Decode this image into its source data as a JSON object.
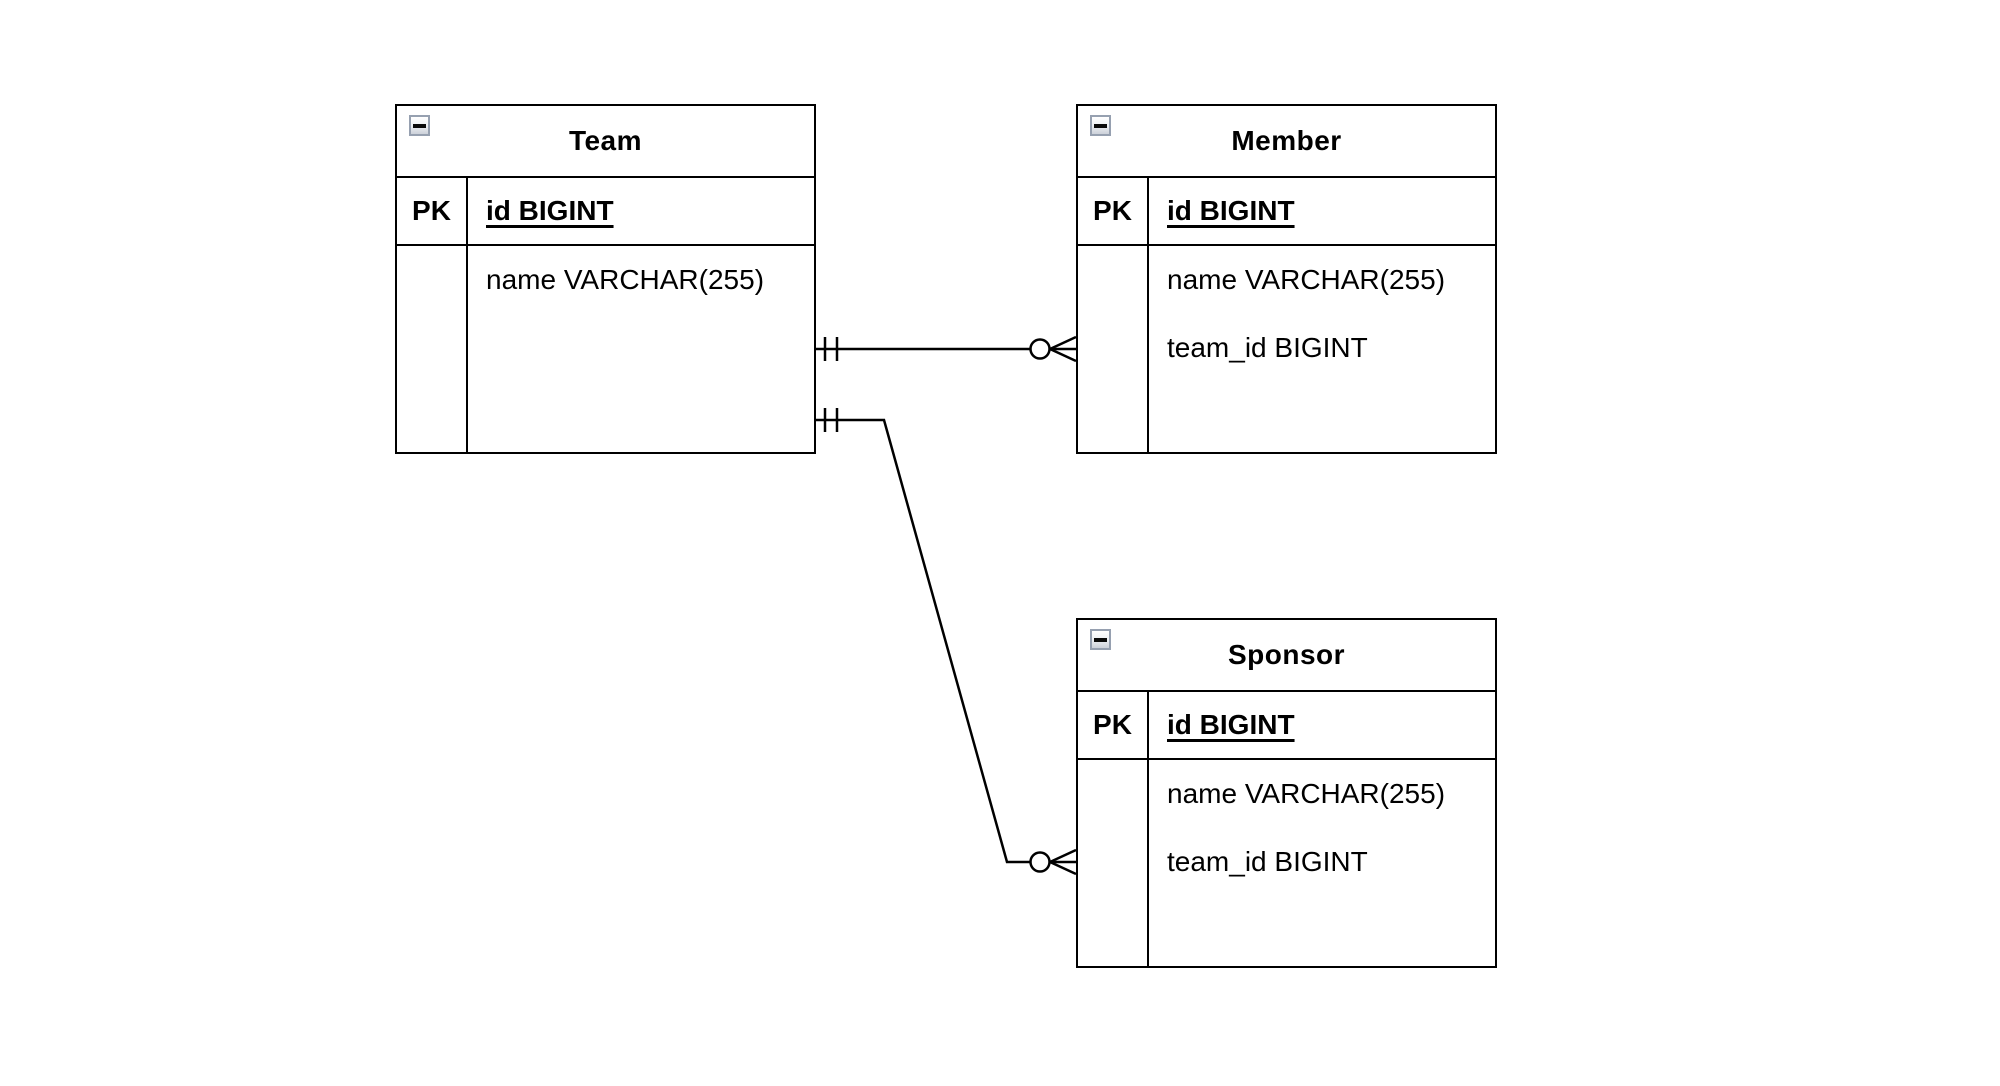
{
  "diagram": {
    "type": "entity-relationship",
    "background": "#ffffff",
    "line_color": "#000000",
    "tables": [
      {
        "title": "Team",
        "pk_label": "PK",
        "pk_field": "id BIGINT",
        "fields": [
          "name VARCHAR(255)"
        ]
      },
      {
        "title": "Member",
        "pk_label": "PK",
        "pk_field": "id BIGINT",
        "fields": [
          "name VARCHAR(255)",
          "team_id BIGINT"
        ]
      },
      {
        "title": "Sponsor",
        "pk_label": "PK",
        "pk_field": "id BIGINT",
        "fields": [
          "name VARCHAR(255)",
          "team_id BIGINT"
        ]
      }
    ],
    "relationships": [
      {
        "from": "Team",
        "to": "Member",
        "from_cardinality": "one and only one",
        "to_cardinality": "zero or many"
      },
      {
        "from": "Team",
        "to": "Sponsor",
        "from_cardinality": "one and only one",
        "to_cardinality": "zero or many"
      }
    ],
    "icons": {
      "collapse": "minus-square-icon"
    }
  }
}
